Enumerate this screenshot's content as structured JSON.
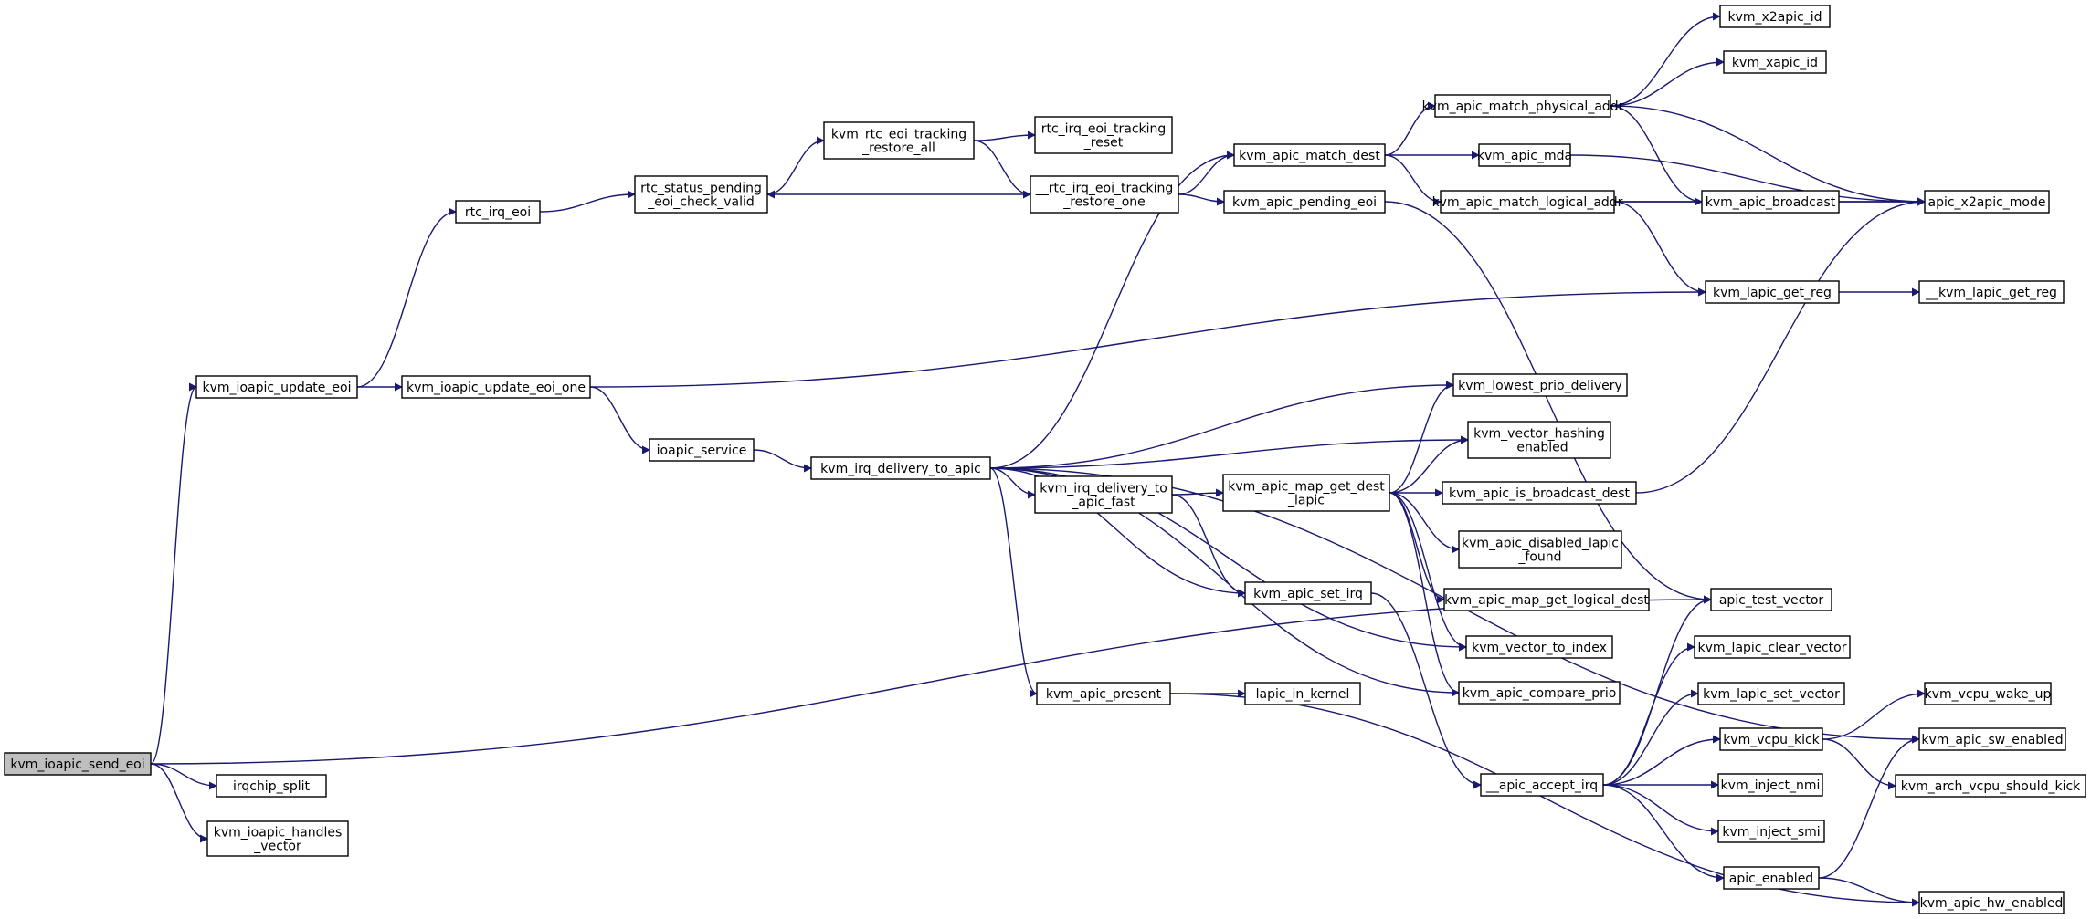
{
  "graph": {
    "nodes": [
      {
        "id": "kvm_ioapic_send_eoi",
        "lines": [
          "kvm_ioapic_send_eoi"
        ],
        "root": true
      },
      {
        "id": "irqchip_split",
        "lines": [
          "irqchip_split"
        ]
      },
      {
        "id": "kvm_ioapic_handles_vector",
        "lines": [
          "kvm_ioapic_handles",
          "_vector"
        ]
      },
      {
        "id": "kvm_ioapic_update_eoi",
        "lines": [
          "kvm_ioapic_update_eoi"
        ]
      },
      {
        "id": "kvm_ioapic_update_eoi_one",
        "lines": [
          "kvm_ioapic_update_eoi_one"
        ]
      },
      {
        "id": "rtc_irq_eoi",
        "lines": [
          "rtc_irq_eoi"
        ]
      },
      {
        "id": "rtc_status_pending_eoi_check_valid",
        "lines": [
          "rtc_status_pending",
          "_eoi_check_valid"
        ]
      },
      {
        "id": "kvm_rtc_eoi_tracking_restore_all",
        "lines": [
          "kvm_rtc_eoi_tracking",
          "_restore_all"
        ]
      },
      {
        "id": "rtc_irq_eoi_tracking_reset",
        "lines": [
          "rtc_irq_eoi_tracking",
          "_reset"
        ]
      },
      {
        "id": "__rtc_irq_eoi_tracking_restore_one",
        "lines": [
          "__rtc_irq_eoi_tracking",
          "_restore_one"
        ]
      },
      {
        "id": "ioapic_service",
        "lines": [
          "ioapic_service"
        ]
      },
      {
        "id": "kvm_irq_delivery_to_apic",
        "lines": [
          "kvm_irq_delivery_to_apic"
        ]
      },
      {
        "id": "kvm_irq_delivery_to_apic_fast",
        "lines": [
          "kvm_irq_delivery_to",
          "_apic_fast"
        ]
      },
      {
        "id": "kvm_apic_present",
        "lines": [
          "kvm_apic_present"
        ]
      },
      {
        "id": "lapic_in_kernel",
        "lines": [
          "lapic_in_kernel"
        ]
      },
      {
        "id": "kvm_apic_match_dest",
        "lines": [
          "kvm_apic_match_dest"
        ]
      },
      {
        "id": "kvm_apic_pending_eoi",
        "lines": [
          "kvm_apic_pending_eoi"
        ]
      },
      {
        "id": "kvm_apic_map_get_dest_lapic",
        "lines": [
          "kvm_apic_map_get_dest",
          "_lapic"
        ]
      },
      {
        "id": "kvm_apic_set_irq",
        "lines": [
          "kvm_apic_set_irq"
        ]
      },
      {
        "id": "kvm_apic_match_physical_addr",
        "lines": [
          "kvm_apic_match_physical_addr"
        ]
      },
      {
        "id": "kvm_apic_mda",
        "lines": [
          "kvm_apic_mda"
        ]
      },
      {
        "id": "kvm_apic_match_logical_addr",
        "lines": [
          "kvm_apic_match_logical_addr"
        ]
      },
      {
        "id": "kvm_lowest_prio_delivery",
        "lines": [
          "kvm_lowest_prio_delivery"
        ]
      },
      {
        "id": "kvm_vector_hashing_enabled",
        "lines": [
          "kvm_vector_hashing",
          "_enabled"
        ]
      },
      {
        "id": "kvm_apic_is_broadcast_dest",
        "lines": [
          "kvm_apic_is_broadcast_dest"
        ]
      },
      {
        "id": "kvm_apic_disabled_lapic_found",
        "lines": [
          "kvm_apic_disabled_lapic",
          "_found"
        ]
      },
      {
        "id": "kvm_apic_map_get_logical_dest",
        "lines": [
          "kvm_apic_map_get_logical_dest"
        ]
      },
      {
        "id": "kvm_vector_to_index",
        "lines": [
          "kvm_vector_to_index"
        ]
      },
      {
        "id": "kvm_apic_compare_prio",
        "lines": [
          "kvm_apic_compare_prio"
        ]
      },
      {
        "id": "__apic_accept_irq",
        "lines": [
          "__apic_accept_irq"
        ]
      },
      {
        "id": "kvm_x2apic_id",
        "lines": [
          "kvm_x2apic_id"
        ]
      },
      {
        "id": "kvm_xapic_id",
        "lines": [
          "kvm_xapic_id"
        ]
      },
      {
        "id": "kvm_apic_broadcast",
        "lines": [
          "kvm_apic_broadcast"
        ]
      },
      {
        "id": "kvm_lapic_get_reg",
        "lines": [
          "kvm_lapic_get_reg"
        ]
      },
      {
        "id": "apic_x2apic_mode",
        "lines": [
          "apic_x2apic_mode"
        ]
      },
      {
        "id": "__kvm_lapic_get_reg",
        "lines": [
          "__kvm_lapic_get_reg"
        ]
      },
      {
        "id": "apic_test_vector",
        "lines": [
          "apic_test_vector"
        ]
      },
      {
        "id": "kvm_lapic_clear_vector",
        "lines": [
          "kvm_lapic_clear_vector"
        ]
      },
      {
        "id": "kvm_lapic_set_vector",
        "lines": [
          "kvm_lapic_set_vector"
        ]
      },
      {
        "id": "kvm_vcpu_kick",
        "lines": [
          "kvm_vcpu_kick"
        ]
      },
      {
        "id": "kvm_inject_nmi",
        "lines": [
          "kvm_inject_nmi"
        ]
      },
      {
        "id": "kvm_inject_smi",
        "lines": [
          "kvm_inject_smi"
        ]
      },
      {
        "id": "apic_enabled",
        "lines": [
          "apic_enabled"
        ]
      },
      {
        "id": "kvm_vcpu_wake_up",
        "lines": [
          "kvm_vcpu_wake_up"
        ]
      },
      {
        "id": "kvm_apic_sw_enabled",
        "lines": [
          "kvm_apic_sw_enabled"
        ]
      },
      {
        "id": "kvm_arch_vcpu_should_kick",
        "lines": [
          "kvm_arch_vcpu_should_kick"
        ]
      },
      {
        "id": "kvm_apic_hw_enabled",
        "lines": [
          "kvm_apic_hw_enabled"
        ]
      }
    ],
    "edges": [
      [
        "kvm_ioapic_send_eoi",
        "kvm_ioapic_update_eoi"
      ],
      [
        "kvm_ioapic_send_eoi",
        "irqchip_split"
      ],
      [
        "kvm_ioapic_send_eoi",
        "kvm_ioapic_handles_vector"
      ],
      [
        "kvm_ioapic_send_eoi",
        "apic_test_vector"
      ],
      [
        "kvm_ioapic_update_eoi",
        "rtc_irq_eoi"
      ],
      [
        "kvm_ioapic_update_eoi",
        "kvm_ioapic_update_eoi_one"
      ],
      [
        "rtc_irq_eoi",
        "rtc_status_pending_eoi_check_valid"
      ],
      [
        "rtc_status_pending_eoi_check_valid",
        "kvm_rtc_eoi_tracking_restore_all"
      ],
      [
        "kvm_rtc_eoi_tracking_restore_all",
        "rtc_irq_eoi_tracking_reset"
      ],
      [
        "kvm_rtc_eoi_tracking_restore_all",
        "__rtc_irq_eoi_tracking_restore_one"
      ],
      [
        "__rtc_irq_eoi_tracking_restore_one",
        "rtc_status_pending_eoi_check_valid"
      ],
      [
        "__rtc_irq_eoi_tracking_restore_one",
        "kvm_apic_match_dest"
      ],
      [
        "__rtc_irq_eoi_tracking_restore_one",
        "kvm_apic_pending_eoi"
      ],
      [
        "kvm_ioapic_update_eoi_one",
        "kvm_lapic_get_reg"
      ],
      [
        "kvm_ioapic_update_eoi_one",
        "ioapic_service"
      ],
      [
        "ioapic_service",
        "kvm_irq_delivery_to_apic"
      ],
      [
        "kvm_irq_delivery_to_apic",
        "kvm_apic_match_dest"
      ],
      [
        "kvm_irq_delivery_to_apic",
        "kvm_lowest_prio_delivery"
      ],
      [
        "kvm_irq_delivery_to_apic",
        "kvm_vector_hashing_enabled"
      ],
      [
        "kvm_irq_delivery_to_apic",
        "kvm_irq_delivery_to_apic_fast"
      ],
      [
        "kvm_irq_delivery_to_apic",
        "kvm_apic_set_irq"
      ],
      [
        "kvm_irq_delivery_to_apic",
        "kvm_vector_to_index"
      ],
      [
        "kvm_irq_delivery_to_apic",
        "kvm_apic_compare_prio"
      ],
      [
        "kvm_irq_delivery_to_apic",
        "kvm_apic_present"
      ],
      [
        "kvm_irq_delivery_to_apic",
        "kvm_apic_sw_enabled"
      ],
      [
        "kvm_irq_delivery_to_apic_fast",
        "kvm_apic_map_get_dest_lapic"
      ],
      [
        "kvm_irq_delivery_to_apic_fast",
        "kvm_apic_set_irq"
      ],
      [
        "kvm_apic_map_get_dest_lapic",
        "kvm_lowest_prio_delivery"
      ],
      [
        "kvm_apic_map_get_dest_lapic",
        "kvm_vector_hashing_enabled"
      ],
      [
        "kvm_apic_map_get_dest_lapic",
        "kvm_apic_is_broadcast_dest"
      ],
      [
        "kvm_apic_map_get_dest_lapic",
        "kvm_apic_disabled_lapic_found"
      ],
      [
        "kvm_apic_map_get_dest_lapic",
        "kvm_apic_map_get_logical_dest"
      ],
      [
        "kvm_apic_map_get_dest_lapic",
        "kvm_vector_to_index"
      ],
      [
        "kvm_apic_map_get_dest_lapic",
        "kvm_apic_compare_prio"
      ],
      [
        "kvm_apic_set_irq",
        "__apic_accept_irq"
      ],
      [
        "kvm_apic_present",
        "lapic_in_kernel"
      ],
      [
        "kvm_apic_present",
        "kvm_apic_hw_enabled"
      ],
      [
        "kvm_apic_match_dest",
        "kvm_apic_match_physical_addr"
      ],
      [
        "kvm_apic_match_dest",
        "kvm_apic_mda"
      ],
      [
        "kvm_apic_match_dest",
        "kvm_apic_match_logical_addr"
      ],
      [
        "kvm_apic_pending_eoi",
        "apic_test_vector"
      ],
      [
        "kvm_apic_match_physical_addr",
        "kvm_x2apic_id"
      ],
      [
        "kvm_apic_match_physical_addr",
        "kvm_xapic_id"
      ],
      [
        "kvm_apic_match_physical_addr",
        "kvm_apic_broadcast"
      ],
      [
        "kvm_apic_match_physical_addr",
        "apic_x2apic_mode"
      ],
      [
        "kvm_apic_mda",
        "apic_x2apic_mode"
      ],
      [
        "kvm_apic_match_logical_addr",
        "kvm_apic_broadcast"
      ],
      [
        "kvm_apic_match_logical_addr",
        "apic_x2apic_mode"
      ],
      [
        "kvm_apic_match_logical_addr",
        "kvm_lapic_get_reg"
      ],
      [
        "kvm_apic_broadcast",
        "apic_x2apic_mode"
      ],
      [
        "kvm_lapic_get_reg",
        "__kvm_lapic_get_reg"
      ],
      [
        "kvm_apic_is_broadcast_dest",
        "apic_x2apic_mode"
      ],
      [
        "__apic_accept_irq",
        "apic_test_vector"
      ],
      [
        "__apic_accept_irq",
        "kvm_lapic_clear_vector"
      ],
      [
        "__apic_accept_irq",
        "kvm_lapic_set_vector"
      ],
      [
        "__apic_accept_irq",
        "kvm_vcpu_kick"
      ],
      [
        "__apic_accept_irq",
        "kvm_inject_nmi"
      ],
      [
        "__apic_accept_irq",
        "kvm_inject_smi"
      ],
      [
        "__apic_accept_irq",
        "apic_enabled"
      ],
      [
        "kvm_vcpu_kick",
        "kvm_vcpu_wake_up"
      ],
      [
        "kvm_vcpu_kick",
        "kvm_arch_vcpu_should_kick"
      ],
      [
        "apic_enabled",
        "kvm_apic_sw_enabled"
      ],
      [
        "apic_enabled",
        "kvm_apic_hw_enabled"
      ]
    ]
  }
}
